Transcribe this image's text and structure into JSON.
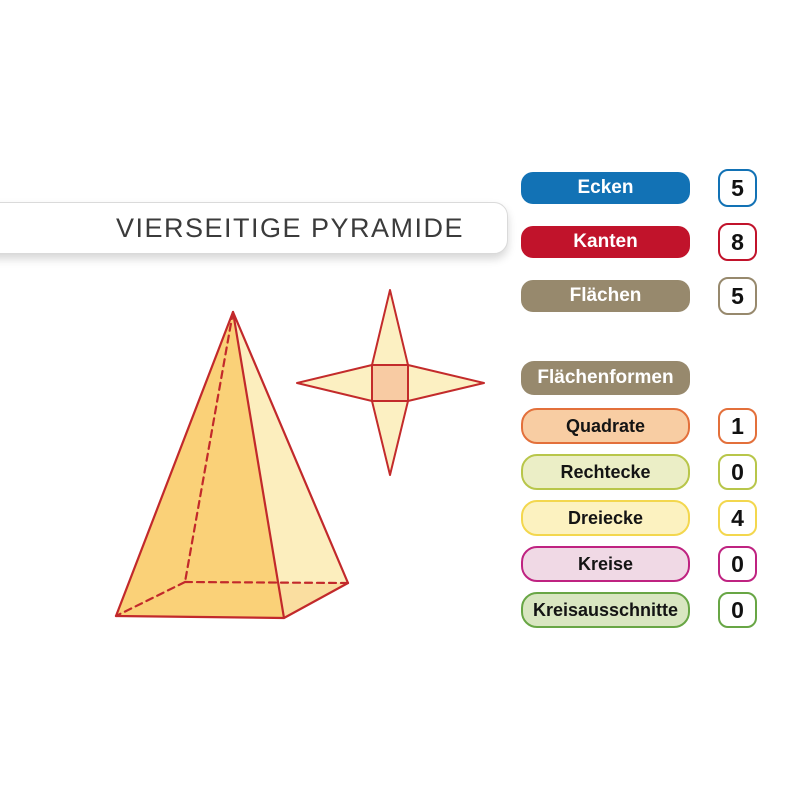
{
  "page": {
    "background": "#ffffff",
    "language": "de"
  },
  "title_card": {
    "label": "VIERSEITIGE PYRAMIDE"
  },
  "stats": {
    "items": [
      {
        "label": "Ecken",
        "value": "5",
        "color": "#1272B5"
      },
      {
        "label": "Kanten",
        "value": "8",
        "color": "#C1132B"
      },
      {
        "label": "Flächen",
        "value": "5",
        "color": "#97896D"
      }
    ]
  },
  "section_header": {
    "label": "Flächenformen",
    "color": "#97896D"
  },
  "shape_rows": {
    "items": [
      {
        "label": "Quadrate",
        "value": "1",
        "fill": "#F8CDA3",
        "border": "#E3703B"
      },
      {
        "label": "Rechtecke",
        "value": "0",
        "fill": "#EBEEC6",
        "border": "#B8C64A"
      },
      {
        "label": "Dreiecke",
        "value": "4",
        "fill": "#FCF2C0",
        "border": "#F3D74E"
      },
      {
        "label": "Kreise",
        "value": "0",
        "fill": "#F0D9E5",
        "border": "#BF2381"
      },
      {
        "label": "Kreisausschnitte",
        "value": "0",
        "fill": "#D9E6C1",
        "border": "#68A645"
      }
    ]
  },
  "figures": {
    "pyramid_3d": {
      "name": "vierseitige-pyramide-3d-ansicht",
      "edge_color": "#C2292B",
      "left_face_fill": "#FAD178",
      "right_face_fill": "#FBEAAE",
      "base_fill": "#F2AE6A"
    },
    "pyramid_net": {
      "name": "pyramide-netz-abwicklung",
      "edge_color": "#C32B2B",
      "triangle_fill": "#FCF0C2",
      "square_fill": "#F8CBA3"
    }
  }
}
